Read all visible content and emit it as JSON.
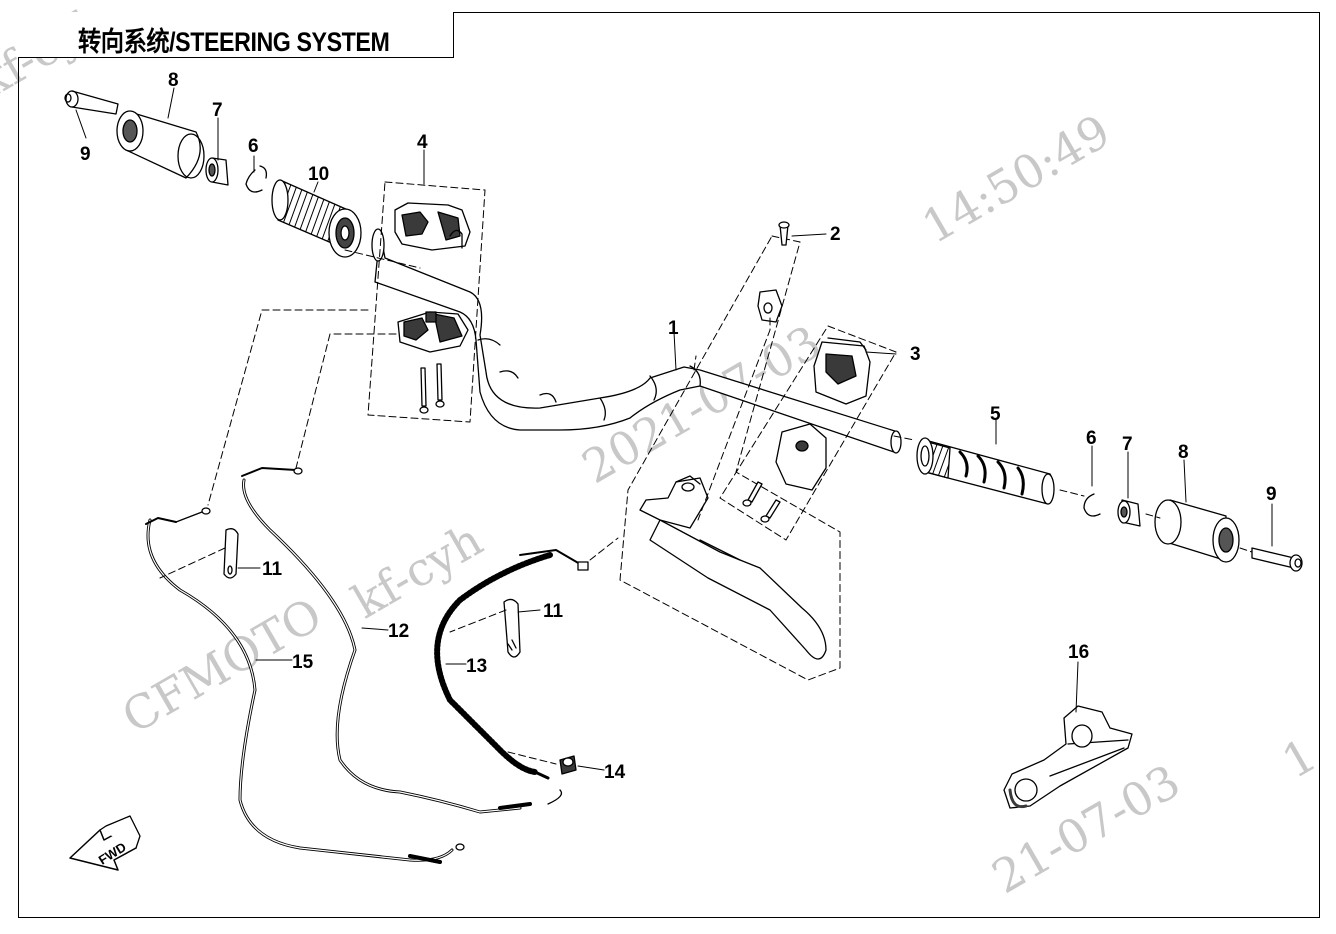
{
  "diagram": {
    "title": "转向系统/STEERING SYSTEM",
    "watermarks": [
      "kf-cyh",
      "14:50:49",
      "2021-07-03",
      "kf-cyh",
      "CFMOTO",
      "21-07-03",
      "1"
    ],
    "fwd_label": "FWD",
    "callouts": {
      "p1": "1",
      "p2": "2",
      "p3": "3",
      "p4": "4",
      "p5": "5",
      "p6a": "6",
      "p6b": "6",
      "p7a": "7",
      "p7b": "7",
      "p8a": "8",
      "p8b": "8",
      "p9a": "9",
      "p9b": "9",
      "p10": "10",
      "p11a": "11",
      "p11b": "11",
      "p12": "12",
      "p13": "13",
      "p14": "14",
      "p15": "15",
      "p16": "16"
    },
    "colors": {
      "line": "#000000",
      "watermark": "#c8c8c8",
      "part_fill": "#ffffff",
      "part_dark": "#3a3a3a"
    }
  }
}
